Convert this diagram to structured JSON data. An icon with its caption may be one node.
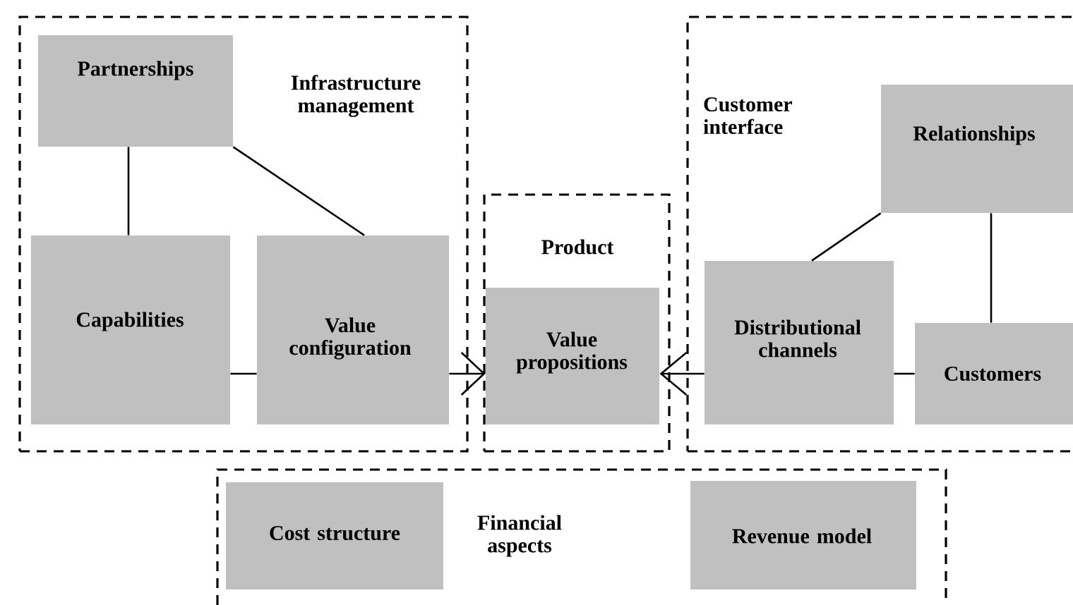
{
  "diagram": {
    "nodes": [
      {
        "text": [
          "Infrastructure management"
        ]
      },
      {
        "text": [
          "Partnerships"
        ],
        "in": 0
      },
      {
        "text": [
          "Capabilities"
        ],
        "in": 0
      },
      {
        "text": [
          "Value configuration"
        ],
        "in": 0
      },
      {
        "text": [
          "Product"
        ]
      },
      {
        "text": [
          "Value propositions"
        ],
        "in": 4
      },
      {
        "text": [
          "Customer interface"
        ]
      },
      {
        "text": [
          "Relationships"
        ],
        "in": 6
      },
      {
        "text": [
          "Distributional channels"
        ],
        "in": 6
      },
      {
        "text": [
          "Customers"
        ],
        "in": 6
      },
      {
        "text": [
          "Financial aspects"
        ]
      },
      {
        "text": [
          "Cost structure"
        ],
        "in": 10
      },
      {
        "text": [
          "Revenue model"
        ],
        "in": 10
      }
    ],
    "edges": [
      {
        "from": 1,
        "to": 2,
        "arrow": "none"
      },
      {
        "from": 1,
        "to": 3,
        "arrow": "none"
      },
      {
        "from": 2,
        "to": 3,
        "arrow": "none"
      },
      {
        "from": 3,
        "to": 5,
        "arrow": "to"
      },
      {
        "from": 8,
        "to": 5,
        "arrow": "to"
      },
      {
        "from": 7,
        "to": 8,
        "arrow": "none"
      },
      {
        "from": 7,
        "to": 9,
        "arrow": "none"
      },
      {
        "from": 8,
        "to": 9,
        "arrow": "none"
      }
    ]
  }
}
